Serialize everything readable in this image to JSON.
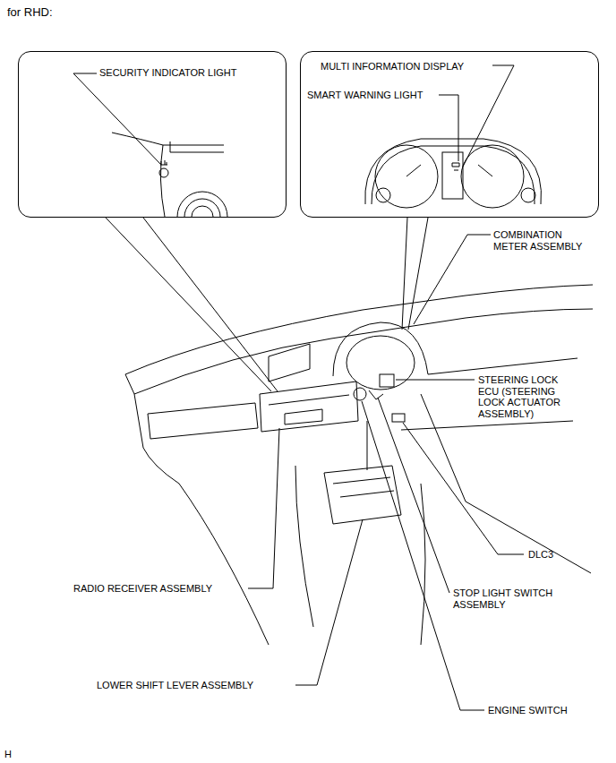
{
  "diagram": {
    "title": "for RHD:",
    "nodes": [
      {
        "text": [
          "SECURITY INDICATOR LIGHT"
        ]
      },
      {
        "text": [
          "MULTI INFORMATION DISPLAY",
          "SMART WARNING LIGHT"
        ]
      }
    ],
    "labels": [
      "COMBINATION METER ASSEMBLY",
      "STEERING LOCK ECU (STEERING LOCK ACTUATOR ASSEMBLY)",
      "DLC3",
      "STOP LIGHT SWITCH ASSEMBLY",
      "RADIO RECEIVER ASSEMBLY",
      "LOWER SHIFT LEVER ASSEMBLY",
      "ENGINE SWITCH",
      "H"
    ]
  }
}
